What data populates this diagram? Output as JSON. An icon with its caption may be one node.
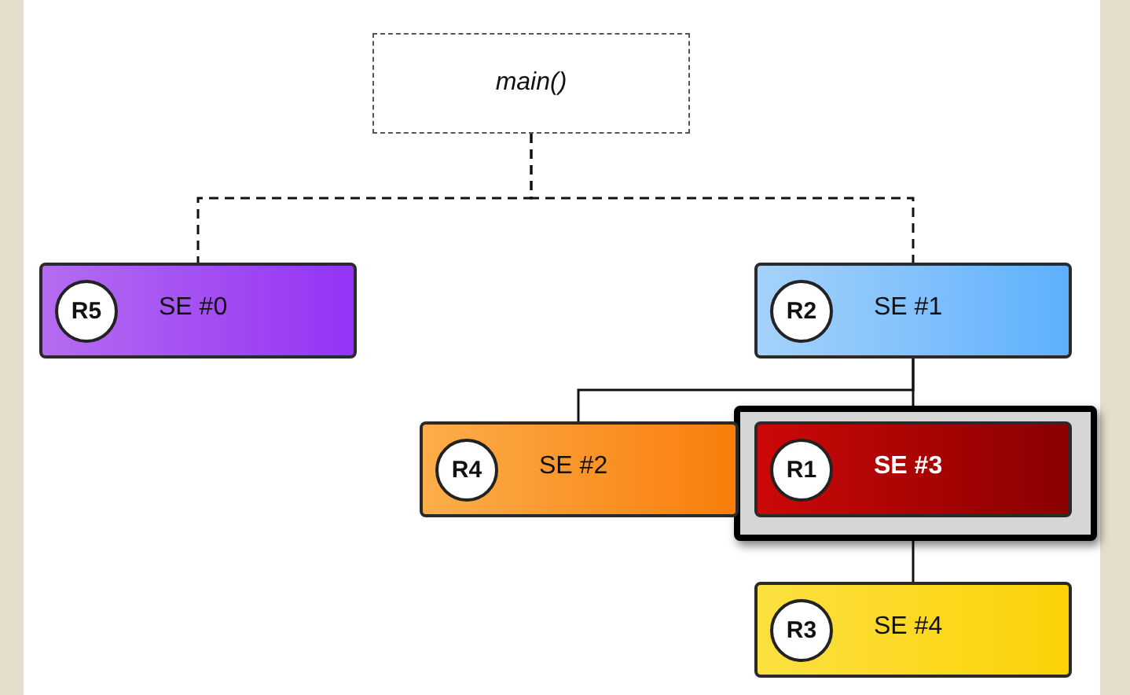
{
  "diagram": {
    "nodes": [
      {
        "text": [
          "main()"
        ]
      },
      {
        "text": [
          "SE #0"
        ]
      },
      {
        "text": [
          "R5"
        ],
        "in": 1
      },
      {
        "text": [
          "SE #1"
        ]
      },
      {
        "text": [
          "R2"
        ],
        "in": 3
      },
      {
        "text": [
          "SE #2"
        ]
      },
      {
        "text": [
          "R4"
        ],
        "in": 5
      },
      {
        "text": [
          "SE #3"
        ]
      },
      {
        "text": [
          "R1"
        ],
        "in": 7
      },
      {
        "text": [
          "SE #4"
        ]
      },
      {
        "text": [
          "R3"
        ],
        "in": 9
      }
    ],
    "edges": [
      {
        "from": 0,
        "to": 1,
        "arrow": "none",
        "style": "dashed"
      },
      {
        "from": 0,
        "to": 3,
        "arrow": "none",
        "style": "dashed"
      },
      {
        "from": 3,
        "to": 5,
        "arrow": "none"
      },
      {
        "from": 3,
        "to": 7,
        "arrow": "none"
      },
      {
        "from": 7,
        "to": 9,
        "arrow": "none"
      }
    ]
  }
}
